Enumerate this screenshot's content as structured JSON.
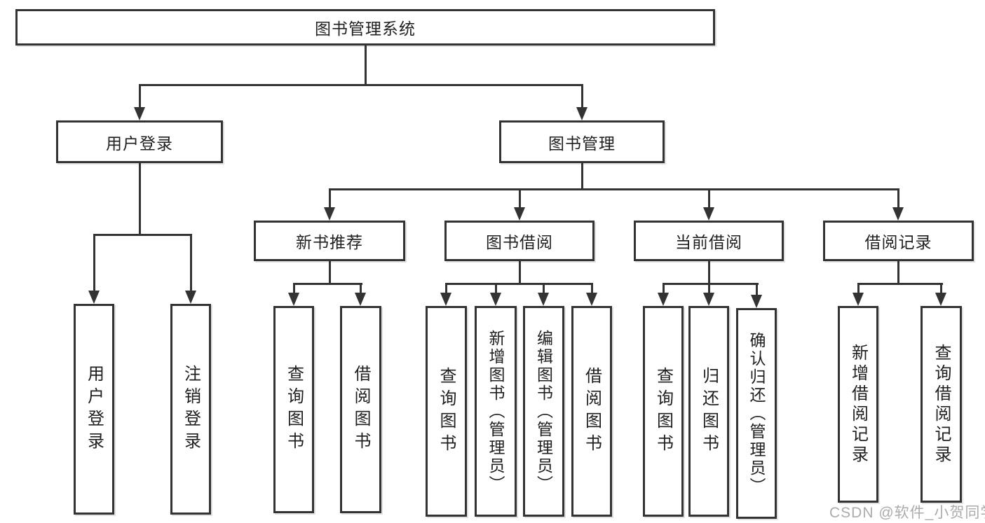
{
  "diagram": {
    "type": "hierarchy-tree",
    "root": {
      "label": "图书管理系统",
      "children": [
        {
          "label": "用户登录",
          "children": [
            {
              "label": "用户登录"
            },
            {
              "label": "注销登录"
            }
          ]
        },
        {
          "label": "图书管理",
          "children": [
            {
              "label": "新书推荐",
              "children": [
                {
                  "label": "查询图书"
                },
                {
                  "label": "借阅图书"
                }
              ]
            },
            {
              "label": "图书借阅",
              "children": [
                {
                  "label": "查询图书"
                },
                {
                  "label": "新增图书（管理员）"
                },
                {
                  "label": "编辑图书（管理员）"
                },
                {
                  "label": "借阅图书"
                }
              ]
            },
            {
              "label": "当前借阅",
              "children": [
                {
                  "label": "查询图书"
                },
                {
                  "label": "归还图书"
                },
                {
                  "label": "确认归还（管理员）"
                }
              ]
            },
            {
              "label": "借阅记录",
              "children": [
                {
                  "label": "新增借阅记录"
                },
                {
                  "label": "查询借阅记录"
                }
              ]
            }
          ]
        }
      ]
    }
  },
  "watermark": "CSDN @软件_小贺同学",
  "colors": {
    "line": "#333333",
    "box_border": "#333333",
    "box_fill": "#ffffff",
    "text": "#1f1f1f",
    "background": "#ffffff",
    "watermark_text": "#ababab"
  }
}
